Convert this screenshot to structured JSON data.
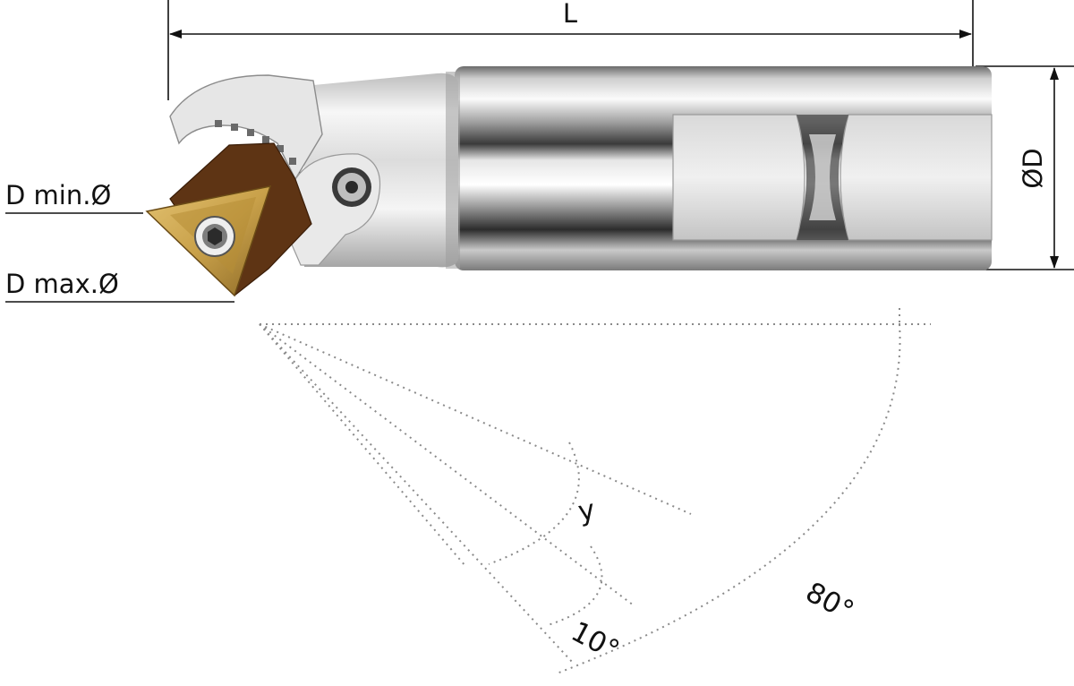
{
  "labels": {
    "length": "L",
    "diameter": "ØD",
    "d_min": "D min.Ø",
    "d_max": "D max.Ø",
    "angle_y": "y",
    "angle_min": "10°",
    "angle_max": "80°"
  },
  "colors": {
    "steel_light": "#f2f2f2",
    "steel_mid": "#a9a9a9",
    "steel_dark": "#2a2a2a",
    "insert_gold": "#c9a14a",
    "insert_brown": "#6b3b17",
    "dim_line": "#111111",
    "construction_line": "#8a8a8a"
  }
}
